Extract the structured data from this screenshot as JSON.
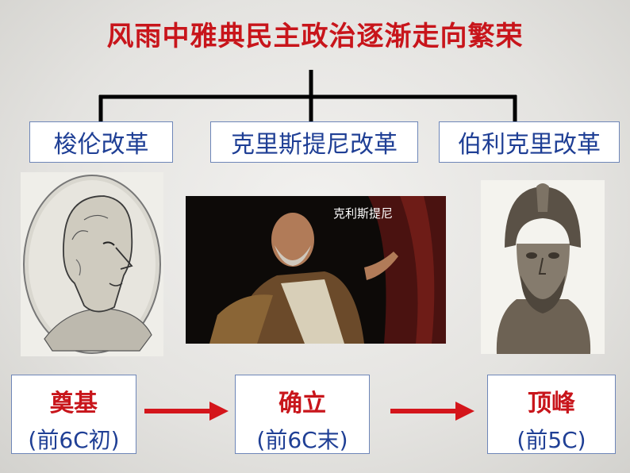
{
  "title": "风雨中雅典民主政治逐渐走向繁荣",
  "reforms": [
    {
      "label": "梭伦改革"
    },
    {
      "label": "克里斯提尼改革"
    },
    {
      "label": "伯利克里改革"
    }
  ],
  "portraits": [
    {
      "subject": "solon-engraving"
    },
    {
      "subject": "cleisthenes-photo",
      "caption": "克利斯提尼"
    },
    {
      "subject": "pericles-bust"
    }
  ],
  "stages": [
    {
      "name": "奠基",
      "period": "(前6C初)"
    },
    {
      "name": "确立",
      "period": "(前6C末)"
    },
    {
      "name": "顶峰",
      "period": "(前5C)"
    }
  ],
  "colors": {
    "title": "#c8151b",
    "reform_text": "#1f3f95",
    "arrow": "#d4151b",
    "box_border": "#6e86b8"
  }
}
